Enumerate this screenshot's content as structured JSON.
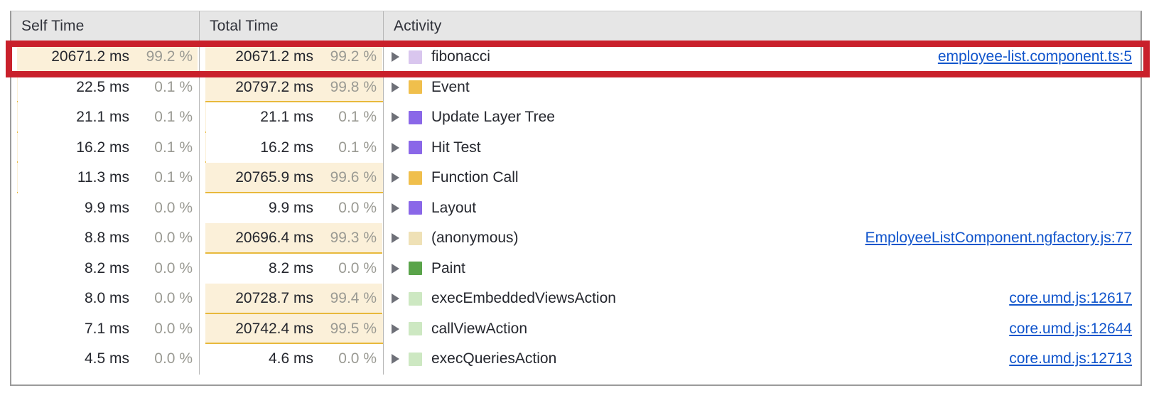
{
  "table": {
    "columns": [
      {
        "key": "self_time",
        "label": "Self Time"
      },
      {
        "key": "total_time",
        "label": "Total Time"
      },
      {
        "key": "activity",
        "label": "Activity"
      }
    ],
    "rows": [
      {
        "self_ms": "20671.2 ms",
        "self_pct": "99.2 %",
        "self_pct_value": 99.2,
        "total_ms": "20671.2 ms",
        "total_pct": "99.2 %",
        "total_pct_value": 99.2,
        "activity": "fibonacci",
        "swatch_color": "#d9c6ee",
        "source": "employee-list.component.ts:5",
        "highlighted": true
      },
      {
        "self_ms": "22.5 ms",
        "self_pct": "0.1 %",
        "self_pct_value": 0.1,
        "total_ms": "20797.2 ms",
        "total_pct": "99.8 %",
        "total_pct_value": 99.8,
        "activity": "Event",
        "swatch_color": "#f0bf4c",
        "source": "",
        "highlighted": false
      },
      {
        "self_ms": "21.1 ms",
        "self_pct": "0.1 %",
        "self_pct_value": 0.1,
        "total_ms": "21.1 ms",
        "total_pct": "0.1 %",
        "total_pct_value": 0.1,
        "activity": "Update Layer Tree",
        "swatch_color": "#8a67e8",
        "source": "",
        "highlighted": false
      },
      {
        "self_ms": "16.2 ms",
        "self_pct": "0.1 %",
        "self_pct_value": 0.1,
        "total_ms": "16.2 ms",
        "total_pct": "0.1 %",
        "total_pct_value": 0.1,
        "activity": "Hit Test",
        "swatch_color": "#8a67e8",
        "source": "",
        "highlighted": false
      },
      {
        "self_ms": "11.3 ms",
        "self_pct": "0.1 %",
        "self_pct_value": 0.1,
        "total_ms": "20765.9 ms",
        "total_pct": "99.6 %",
        "total_pct_value": 99.6,
        "activity": "Function Call",
        "swatch_color": "#f0bf4c",
        "source": "",
        "highlighted": false
      },
      {
        "self_ms": "9.9 ms",
        "self_pct": "0.0 %",
        "self_pct_value": 0.0,
        "total_ms": "9.9 ms",
        "total_pct": "0.0 %",
        "total_pct_value": 0.0,
        "activity": "Layout",
        "swatch_color": "#8a67e8",
        "source": "",
        "highlighted": false
      },
      {
        "self_ms": "8.8 ms",
        "self_pct": "0.0 %",
        "self_pct_value": 0.0,
        "total_ms": "20696.4 ms",
        "total_pct": "99.3 %",
        "total_pct_value": 99.3,
        "activity": "(anonymous)",
        "swatch_color": "#efe1b6",
        "source": "EmployeeListComponent.ngfactory.js:77",
        "highlighted": false
      },
      {
        "self_ms": "8.2 ms",
        "self_pct": "0.0 %",
        "self_pct_value": 0.0,
        "total_ms": "8.2 ms",
        "total_pct": "0.0 %",
        "total_pct_value": 0.0,
        "activity": "Paint",
        "swatch_color": "#5aa44a",
        "source": "",
        "highlighted": false
      },
      {
        "self_ms": "8.0 ms",
        "self_pct": "0.0 %",
        "self_pct_value": 0.0,
        "total_ms": "20728.7 ms",
        "total_pct": "99.4 %",
        "total_pct_value": 99.4,
        "activity": "execEmbeddedViewsAction",
        "swatch_color": "#cde8c2",
        "source": "core.umd.js:12617",
        "highlighted": false
      },
      {
        "self_ms": "7.1 ms",
        "self_pct": "0.0 %",
        "self_pct_value": 0.0,
        "total_ms": "20742.4 ms",
        "total_pct": "99.5 %",
        "total_pct_value": 99.5,
        "activity": "callViewAction",
        "swatch_color": "#cde8c2",
        "source": "core.umd.js:12644",
        "highlighted": false
      },
      {
        "self_ms": "4.5 ms",
        "self_pct": "0.0 %",
        "self_pct_value": 0.0,
        "total_ms": "4.6 ms",
        "total_pct": "0.0 %",
        "total_pct_value": 0.0,
        "activity": "execQueriesAction",
        "swatch_color": "#cde8c2",
        "source": "core.umd.js:12713",
        "highlighted": false
      }
    ]
  },
  "annotation": {
    "highlight_color": "#c9202b",
    "highlight_row_index": 0
  },
  "colors": {
    "bar_fill": "#fbf0d9",
    "bar_border": "#e8b93c",
    "link": "#1155cc",
    "header_bg": "#e6e6e6",
    "text": "#25272e",
    "percent_text": "#9a9a93"
  }
}
